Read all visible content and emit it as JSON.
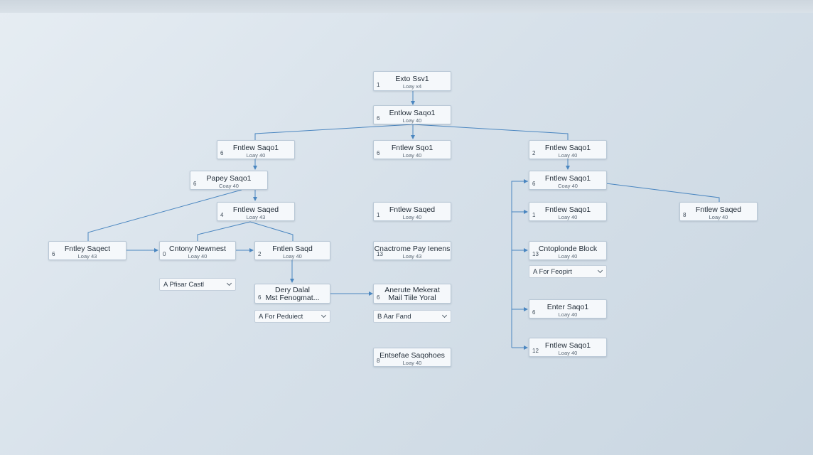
{
  "nodes": {
    "root": {
      "title": "Exto Ssv1",
      "sub": "Loay x4",
      "idx": "1"
    },
    "n2": {
      "title": "Entlow Saqo1",
      "sub": "Loay 40",
      "idx": "6"
    },
    "l1": {
      "title": "Fntlew Saqo1",
      "sub": "Loay 40",
      "idx": "6"
    },
    "m1": {
      "title": "Fntlew Sqo1",
      "sub": "Loay 40",
      "idx": "6"
    },
    "r1": {
      "title": "Fntlew Saqo1",
      "sub": "Loay 40",
      "idx": "2"
    },
    "l2": {
      "title": "Papey Saqo1",
      "sub": "Coay 40",
      "idx": "6"
    },
    "l3": {
      "title": "Fntlew Saqed",
      "sub": "Loay 43",
      "idx": "4"
    },
    "m2": {
      "title": "Fntlew Saqed",
      "sub": "Loay 40",
      "idx": "1"
    },
    "r2": {
      "title": "Fntlew Saqo1",
      "sub": "Coay 40",
      "idx": "6"
    },
    "r3": {
      "title": "Fntlew Saqo1",
      "sub": "Loay 40",
      "idx": "1"
    },
    "rr": {
      "title": "Fntlew Saqed",
      "sub": "Loay 40",
      "idx": "8"
    },
    "a1": {
      "title": "Fntley Saqect",
      "sub": "Loay 43",
      "idx": "6"
    },
    "a2": {
      "title": "Cntony Newmest",
      "sub": "Loay 40",
      "idx": "0"
    },
    "a3": {
      "title": "Fntlen Saqd",
      "sub": "Loay 40",
      "idx": "2"
    },
    "m3": {
      "title": "Cnactrome Pay Ienens",
      "sub": "Loay 43",
      "idx": "13"
    },
    "r4": {
      "title": "Cntoplonde Block",
      "sub": "Loay 40",
      "idx": "13"
    },
    "b1": {
      "title": "Dery Dalal",
      "title2": "Mst Fenogmat...",
      "idx": "6"
    },
    "m4": {
      "title": "Anerute Mekerat",
      "title2": "Mail Tiile Yoral",
      "idx": "6"
    },
    "r5": {
      "title": "Enter Saqo1",
      "sub": "Loay 40",
      "idx": "6"
    },
    "r6": {
      "title": "Fntlew Saqo1",
      "sub": "Loay 40",
      "idx": "12"
    },
    "m5": {
      "title": "Entsefae Saqohoes",
      "sub": "Loay 40",
      "idx": "8"
    }
  },
  "dropdowns": {
    "d1": {
      "label": "A Pfisar Castl"
    },
    "d2": {
      "label": "A For Peduiect"
    },
    "d3": {
      "label": "B Aar Fand"
    },
    "d4": {
      "label": "A For Feopirt"
    }
  },
  "colors": {
    "edge": "#4a86c0",
    "node_bg": "#f5f8fb",
    "node_border": "#b9c8d6"
  }
}
